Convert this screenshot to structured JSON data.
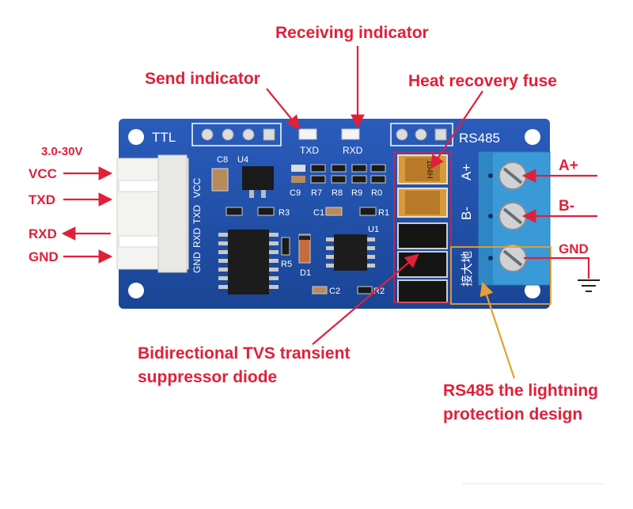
{
  "silkscreen": {
    "ttl": "TTL",
    "rs485": "RS485",
    "txd": "TXD",
    "rxd": "RXD",
    "c8": "C8",
    "u4": "U4",
    "c9": "C9",
    "r7": "R7",
    "r8": "R8",
    "r9": "R9",
    "r0": "R0",
    "r3": "R3",
    "c1": "C1",
    "r1": "R1",
    "r5": "R5",
    "d1": "D1",
    "u1": "U1",
    "c2": "C2",
    "r2": "R2",
    "a_plus": "A+",
    "b_minus": "B-",
    "ground_cn": "接大地",
    "conn_vcc": "VCC",
    "conn_txd": "TXD",
    "conn_rxd": "RXD",
    "conn_gnd": "GND",
    "fuse_marking": "104H"
  },
  "labels": {
    "receiving_indicator": "Receiving indicator",
    "send_indicator": "Send indicator",
    "heat_recovery_fuse": "Heat recovery fuse",
    "voltage": "3.0-30V",
    "vcc": "VCC",
    "txd": "TXD",
    "rxd": "RXD",
    "gnd": "GND",
    "a_plus": "A+",
    "b_minus": "B-",
    "gnd_right": "GND",
    "tvs_line1": "Bidirectional TVS transient",
    "tvs_line2": "suppressor diode",
    "lightning_line1": "RS485 the lightning",
    "lightning_line2": "protection design"
  },
  "colors": {
    "pcb": "#1f4fa8",
    "annotation": "#e0203a",
    "highlight_orange": "#e8a030",
    "terminal": "#3a9ad8"
  }
}
